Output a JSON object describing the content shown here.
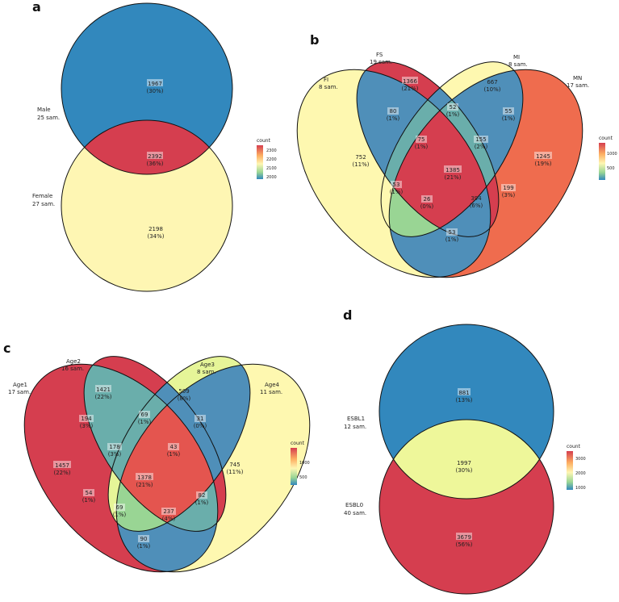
{
  "colors": {
    "red": "#d53e4f",
    "salmon": "#ef6c4e",
    "orange": "#fdae61",
    "yellow": "#fef6b3",
    "pale_yellow": "#fef8b0",
    "light_green": "#e6f598",
    "green": "#99d594",
    "teal": "#6aaeab",
    "steel_blue": "#4f8fb9",
    "blue": "#3288bd",
    "outline": "#111111"
  },
  "panels": {
    "a": {
      "letter": "a",
      "sets": [
        {
          "name": "Male",
          "samples": "25 sam."
        },
        {
          "name": "Female",
          "samples": "27 sam."
        }
      ],
      "regions": [
        {
          "value": "1967",
          "percent": "(30%)"
        },
        {
          "value": "2392",
          "percent": "(36%)"
        },
        {
          "value": "2198",
          "percent": "(34%)"
        }
      ],
      "legend": {
        "title": "count",
        "ticks": [
          "2300",
          "2200",
          "2100",
          "2000"
        ]
      }
    },
    "b": {
      "letter": "b",
      "sets": [
        {
          "name": "FI",
          "samples": "8 sam."
        },
        {
          "name": "FS",
          "samples": "19 sam."
        },
        {
          "name": "MI",
          "samples": "8 sam."
        },
        {
          "name": "MN",
          "samples": "17 sam."
        }
      ],
      "regions": [
        {
          "value": "1366",
          "percent": "(21%)"
        },
        {
          "value": "667",
          "percent": "(10%)"
        },
        {
          "value": "80",
          "percent": "(1%)"
        },
        {
          "value": "52",
          "percent": "(1%)"
        },
        {
          "value": "55",
          "percent": "(1%)"
        },
        {
          "value": "75",
          "percent": "(1%)"
        },
        {
          "value": "155",
          "percent": "(2%)"
        },
        {
          "value": "752",
          "percent": "(11%)"
        },
        {
          "value": "1385",
          "percent": "(21%)"
        },
        {
          "value": "1245",
          "percent": "(19%)"
        },
        {
          "value": "53",
          "percent": "(1%)"
        },
        {
          "value": "199",
          "percent": "(3%)"
        },
        {
          "value": "26",
          "percent": "(0%)"
        },
        {
          "value": "394",
          "percent": "(6%)"
        },
        {
          "value": "53",
          "percent": "(1%)"
        }
      ],
      "legend": {
        "title": "count",
        "ticks": [
          "1000",
          "500"
        ]
      }
    },
    "c": {
      "letter": "c",
      "sets": [
        {
          "name": "Age1",
          "samples": "17 sam."
        },
        {
          "name": "Age2",
          "samples": "16 sam."
        },
        {
          "name": "Age3",
          "samples": "8 sam."
        },
        {
          "name": "Age4",
          "samples": "11 sam."
        }
      ],
      "regions": [
        {
          "value": "1421",
          "percent": "(22%)"
        },
        {
          "value": "509",
          "percent": "(8%)"
        },
        {
          "value": "194",
          "percent": "(3%)"
        },
        {
          "value": "69",
          "percent": "(1%)"
        },
        {
          "value": "31",
          "percent": "(0%)"
        },
        {
          "value": "178",
          "percent": "(3%)"
        },
        {
          "value": "43",
          "percent": "(1%)"
        },
        {
          "value": "1457",
          "percent": "(22%)"
        },
        {
          "value": "1378",
          "percent": "(21%)"
        },
        {
          "value": "745",
          "percent": "(11%)"
        },
        {
          "value": "54",
          "percent": "(1%)"
        },
        {
          "value": "82",
          "percent": "(1%)"
        },
        {
          "value": "69",
          "percent": "(1%)"
        },
        {
          "value": "237",
          "percent": "(4%)"
        },
        {
          "value": "90",
          "percent": "(1%)"
        }
      ],
      "legend": {
        "title": "count",
        "ticks": [
          "1000",
          "500"
        ]
      }
    },
    "d": {
      "letter": "d",
      "sets": [
        {
          "name": "ESBL1",
          "samples": "12 sam."
        },
        {
          "name": "ESBL0",
          "samples": "40 sam."
        }
      ],
      "regions": [
        {
          "value": "881",
          "percent": "(13%)"
        },
        {
          "value": "1997",
          "percent": "(30%)"
        },
        {
          "value": "3679",
          "percent": "(56%)"
        }
      ],
      "legend": {
        "title": "count",
        "ticks": [
          "3000",
          "2000",
          "1000"
        ]
      }
    }
  }
}
